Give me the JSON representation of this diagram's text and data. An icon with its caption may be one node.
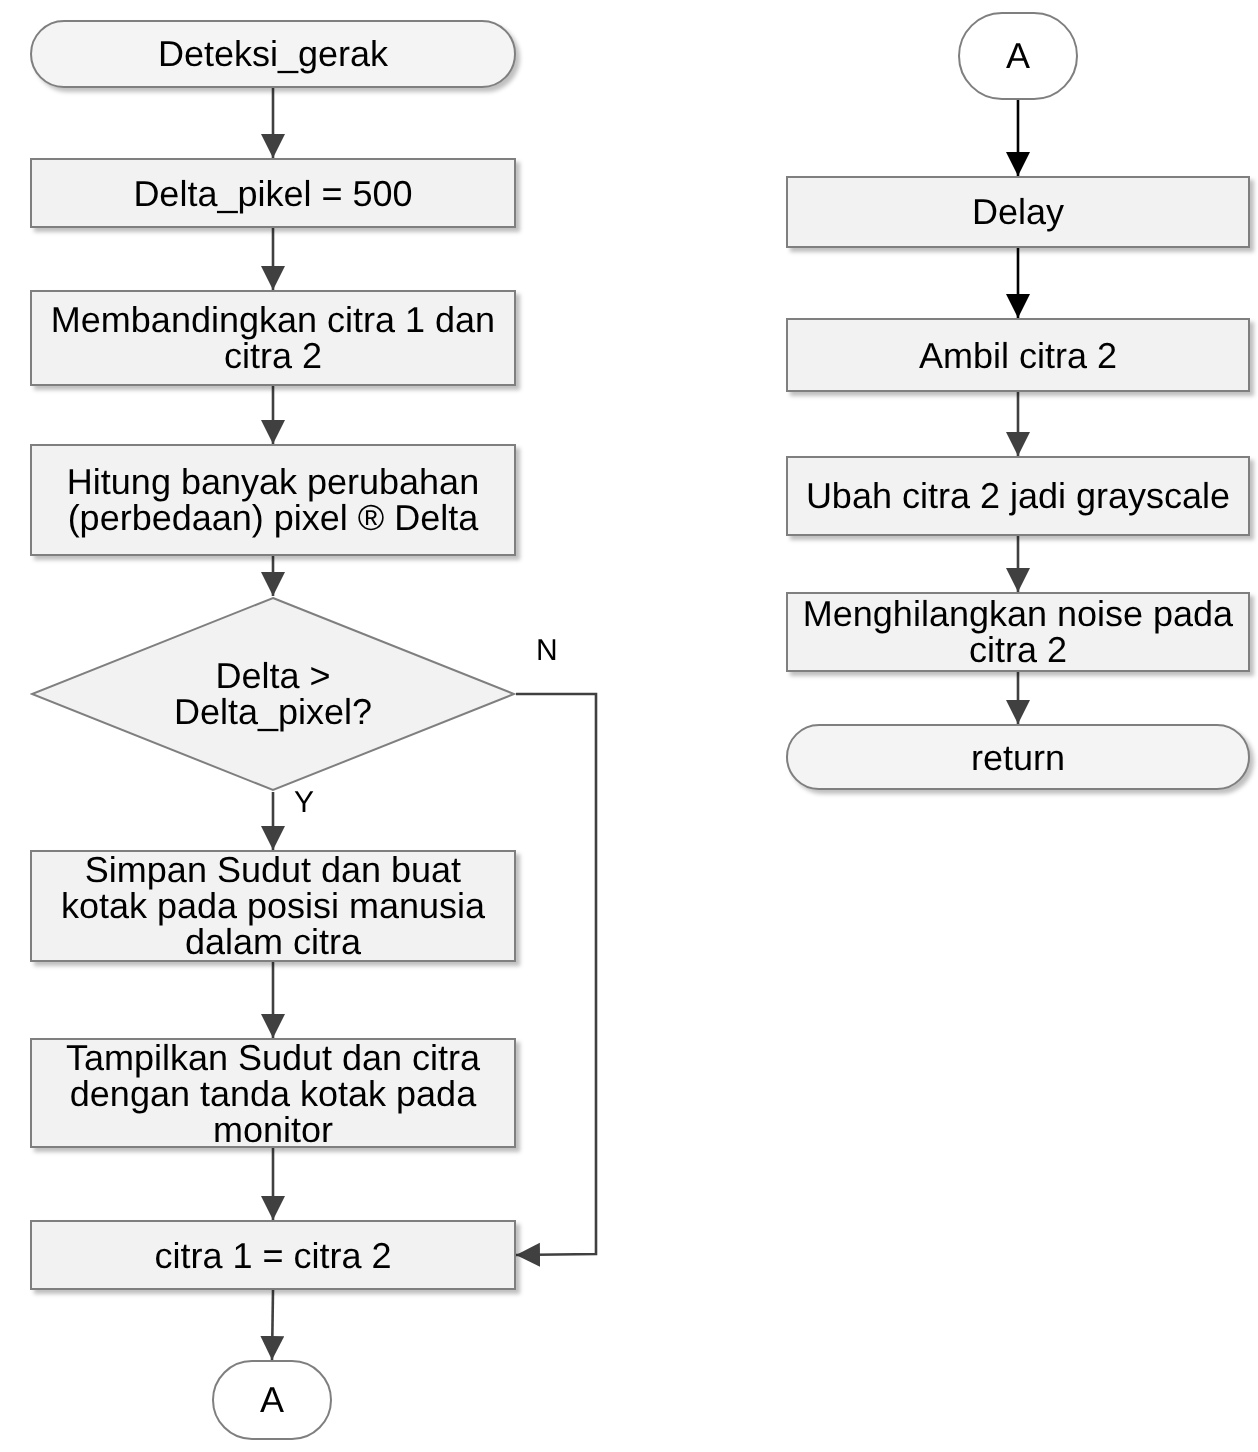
{
  "diagram": {
    "nodes": [
      {
        "text": [
          "Deteksi_gerak"
        ]
      },
      {
        "text": [
          "Delta_pikel = 500"
        ]
      },
      {
        "text": [
          "Membandingkan citra 1 dan  citra 2"
        ]
      },
      {
        "text": [
          "Hitung banyak perubahan (perbedaan) pixel ® Delta"
        ]
      },
      {
        "text": [
          "Delta > Delta_pixel?"
        ]
      },
      {
        "text": [
          "Simpan Sudut dan buat kotak pada posisi manusia dalam citra"
        ]
      },
      {
        "text": [
          "Tampilkan Sudut dan citra dengan tanda kotak pada monitor"
        ]
      },
      {
        "text": [
          "citra 1 = citra 2"
        ]
      },
      {
        "text": [
          "A"
        ]
      },
      {
        "text": [
          "A"
        ]
      },
      {
        "text": [
          "Delay"
        ]
      },
      {
        "text": [
          "Ambil citra 2"
        ]
      },
      {
        "text": [
          "Ubah citra 2 jadi grayscale"
        ]
      },
      {
        "text": [
          "Menghilangkan noise pada citra 2"
        ]
      },
      {
        "text": [
          "return"
        ]
      }
    ],
    "edges": [
      {
        "from": 0,
        "to": 1,
        "arrow": "to"
      },
      {
        "from": 1,
        "to": 2,
        "arrow": "to"
      },
      {
        "from": 2,
        "to": 3,
        "arrow": "to"
      },
      {
        "from": 3,
        "to": 4,
        "arrow": "to"
      },
      {
        "from": 4,
        "to": 5,
        "arrow": "to",
        "label": "Y"
      },
      {
        "from": 5,
        "to": 6,
        "arrow": "to"
      },
      {
        "from": 6,
        "to": 7,
        "arrow": "to"
      },
      {
        "from": 4,
        "to": 7,
        "arrow": "to",
        "label": "N"
      },
      {
        "from": 7,
        "to": 8,
        "arrow": "to"
      },
      {
        "from": 9,
        "to": 10,
        "arrow": "to",
        "color": "#000000"
      },
      {
        "from": 10,
        "to": 11,
        "arrow": "to",
        "color": "#000000"
      },
      {
        "from": 11,
        "to": 12,
        "arrow": "to"
      },
      {
        "from": 12,
        "to": 13,
        "arrow": "to"
      },
      {
        "from": 13,
        "to": 14,
        "arrow": "to"
      }
    ]
  }
}
